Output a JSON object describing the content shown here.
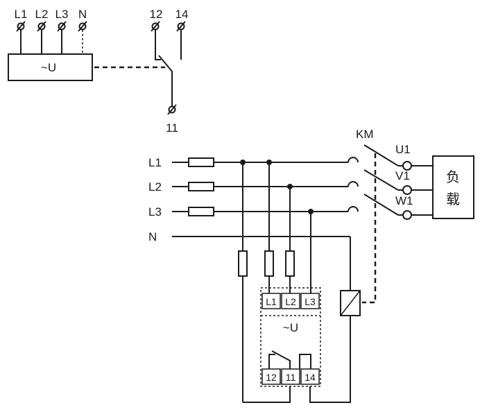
{
  "relay_symbol": {
    "terminals": [
      "L1",
      "L2",
      "L3",
      "N"
    ],
    "box_label": "~U",
    "contacts": [
      "12",
      "14",
      "11"
    ]
  },
  "circuit": {
    "phases": [
      "L1",
      "L2",
      "L3"
    ],
    "neutral": "N",
    "contactor": "KM",
    "outputs": [
      "U1",
      "V1",
      "W1"
    ],
    "load": [
      "负",
      "载"
    ],
    "module_inputs": [
      "L1",
      "L2",
      "L3"
    ],
    "module_label": "~U",
    "module_contacts": [
      "12",
      "11",
      "14"
    ]
  }
}
